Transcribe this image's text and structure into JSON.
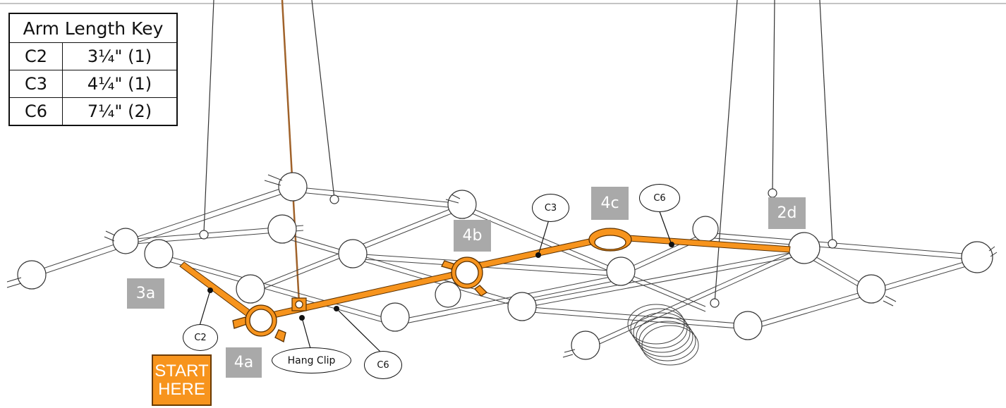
{
  "arm_length_key": {
    "title": "Arm Length Key",
    "rows": [
      {
        "code": "C2",
        "length": "3¼\" (1)"
      },
      {
        "code": "C3",
        "length": "4¼\" (1)"
      },
      {
        "code": "C6",
        "length": "7¼\" (2)"
      }
    ]
  },
  "step_markers": {
    "s3a": "3a",
    "s4a": "4a",
    "s4b": "4b",
    "s4c": "4c",
    "s2d": "2d"
  },
  "callouts": {
    "c2": "C2",
    "c3": "C3",
    "c6_top": "C6",
    "c6_bottom": "C6",
    "hang_clip": "Hang Clip"
  },
  "start_box": {
    "line1": "START",
    "line2": "HERE"
  },
  "colors": {
    "highlight_arm": "#f7941d",
    "hang_cord": "#a0622a",
    "step_marker": "#a9a9a9",
    "line": "#222222"
  }
}
